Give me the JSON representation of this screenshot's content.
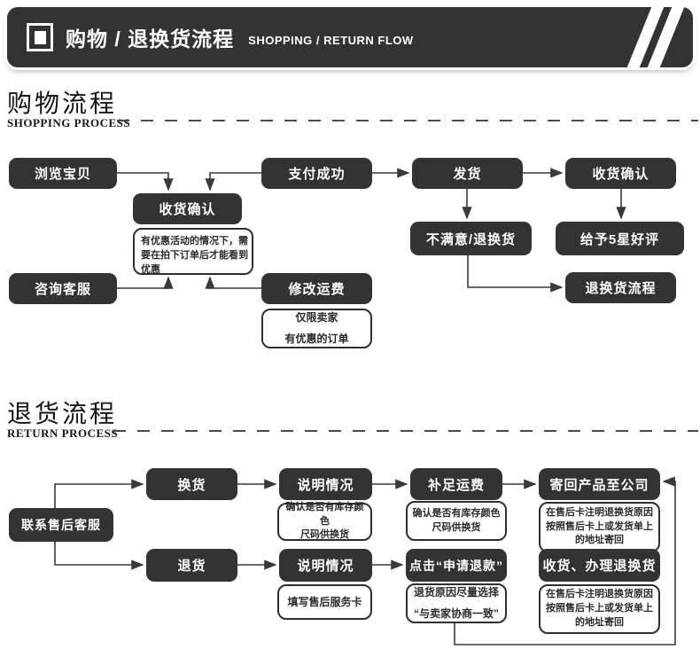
{
  "header": {
    "icon": "square-badge-icon",
    "title_zh": "购物 / 退换货流程",
    "title_en": "SHOPPING / RETURN FLOW"
  },
  "sections": {
    "shopping": {
      "title_zh": "购物流程",
      "title_en": "SHOPPING PROCESS",
      "nodes": {
        "browse": "浏览宝贝",
        "confirm_receipt_mid": "收货确认",
        "pay_success": "支付成功",
        "ship": "发货",
        "confirm_receipt": "收货确认",
        "contact_service": "咨询客服",
        "modify_shipping": "修改运费",
        "unsatisfied": "不满意/退换货",
        "five_star": "给予5星好评",
        "return_flow": "退换货流程"
      },
      "notes": {
        "discount": "有优惠活动的情况下，需\n要在拍下订单后才能看到\n优惠",
        "seller_only": "仅限卖家\n有优惠的订单"
      }
    },
    "return": {
      "title_zh": "退货流程",
      "title_en": "RETURN PROCESS",
      "nodes": {
        "contact_after_sales": "联系售后客服",
        "exchange": "换货",
        "explain_a": "说明情况",
        "pay_freight": "补足运费",
        "send_back": "寄回产品至公司",
        "refund": "退货",
        "explain_b": "说明情况",
        "click_refund": "点击“申请退款”",
        "receive_process": "收货、办理退换货"
      },
      "notes": {
        "stock_a": "确认是否有库存颜色\n尺码供换货",
        "stock_b": "确认是否有库存颜色\n尺码供换货",
        "card_a": "在售后卡注明退换货原因\n按照售后卡上或发货单上\n的地址寄回",
        "fill_card": "填写售后服务卡",
        "reason": "退货原因尽量选择\n“与卖家协商一致”",
        "card_b": "在售后卡注明退换货原因\n按照售后卡上或发货单上\n的地址寄回"
      }
    }
  },
  "colors": {
    "box_dark": "#333333",
    "box_text": "#ffffff",
    "note_border": "#2f2f2f",
    "connector": "#3a3a3a",
    "background": "#ffffff"
  }
}
